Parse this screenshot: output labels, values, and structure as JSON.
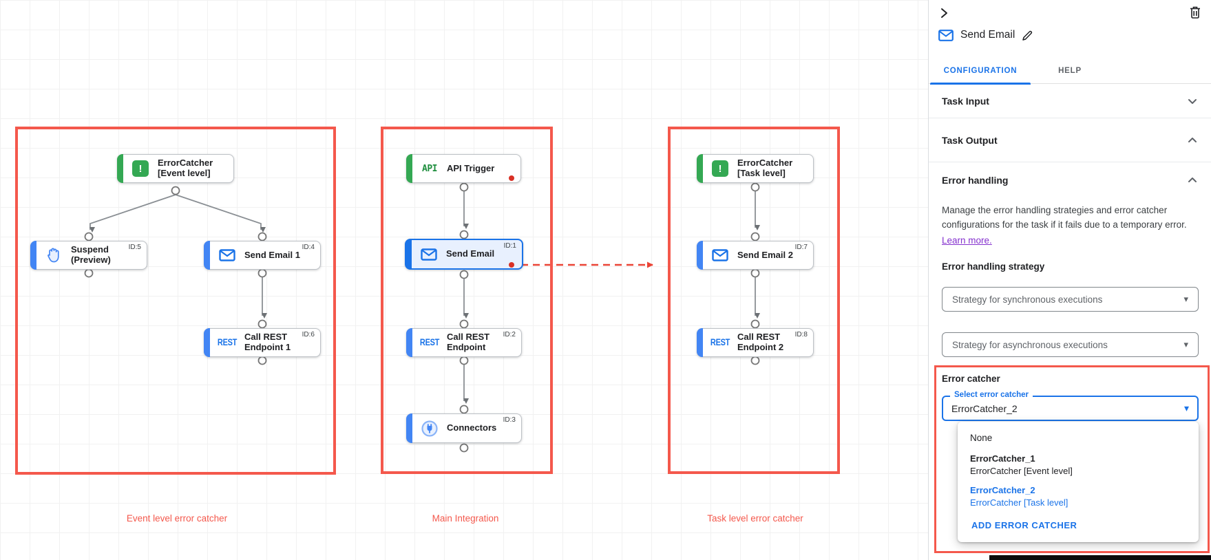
{
  "panel": {
    "title": "Send Email",
    "tabs": {
      "configuration": "CONFIGURATION",
      "help": "HELP"
    },
    "sections": {
      "task_input": "Task Input",
      "task_output": "Task Output",
      "error_handling": "Error handling"
    },
    "error_handling": {
      "description": "Manage the error handling strategies and error catcher configurations for the task if it fails due to a temporary error.",
      "learn_more": "Learn more.",
      "strategy_label": "Error handling strategy",
      "sync_dropdown_value": "Strategy for synchronous executions",
      "async_dropdown_value": "Strategy for asynchronous executions",
      "error_catcher_label": "Error catcher",
      "select_label": "Select error catcher",
      "selected_value": "ErrorCatcher_2",
      "options": {
        "none": "None",
        "ec1_title": "ErrorCatcher_1",
        "ec1_subtitle": "ErrorCatcher [Event level]",
        "ec2_title": "ErrorCatcher_2",
        "ec2_subtitle": "ErrorCatcher [Task level]"
      },
      "add_button": "ADD ERROR CATCHER"
    },
    "icons": [
      "collapse-chevron-right-icon",
      "trash-icon",
      "email-envelope-icon",
      "edit-pencil-icon",
      "chevron-down-icon",
      "chevron-up-icon",
      "dropdown-caret-icon"
    ]
  },
  "canvas": {
    "captions": {
      "event": "Event level error catcher",
      "main": "Main Integration",
      "task": "Task level error catcher"
    },
    "icon_text": {
      "api": "API",
      "rest": "REST",
      "error_mark": "!"
    },
    "nodes": {
      "ec_event": {
        "line1": "ErrorCatcher",
        "line2": "[Event level]",
        "id": ""
      },
      "suspend": {
        "line1": "Suspend",
        "line2": "(Preview)",
        "id": "ID:5"
      },
      "send_email_1": {
        "line1": "Send Email 1",
        "id": "ID:4"
      },
      "call_rest_1": {
        "line1": "Call REST",
        "line2": "Endpoint 1",
        "id": "ID:6"
      },
      "api_trigger": {
        "line1": "API Trigger",
        "id": ""
      },
      "send_email": {
        "line1": "Send Email",
        "id": "ID:1"
      },
      "call_rest": {
        "line1": "Call REST",
        "line2": "Endpoint",
        "id": "ID:2"
      },
      "connectors": {
        "line1": "Connectors",
        "id": "ID:3"
      },
      "ec_task": {
        "line1": "ErrorCatcher",
        "line2": "[Task level]",
        "id": ""
      },
      "send_email_2": {
        "line1": "Send Email 2",
        "id": "ID:7"
      },
      "call_rest_2": {
        "line1": "Call REST",
        "line2": "Endpoint 2",
        "id": "ID:8"
      }
    }
  },
  "colors": {
    "annotation_red": "#f4584c",
    "accent_blue": "#1a73e8",
    "node_bar_blue": "#4285f4",
    "node_bar_green": "#34a853",
    "selected_fill": "#e8f0fe",
    "error_dot_red": "#d93025",
    "link_purple": "#8430ce"
  }
}
